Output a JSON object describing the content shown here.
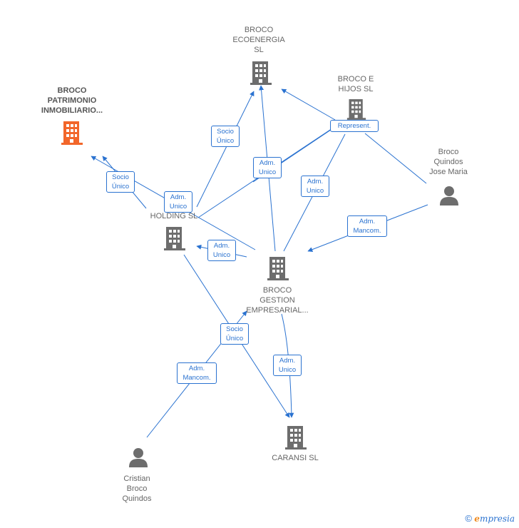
{
  "nodes": {
    "ecoenergia": "BROCO\nECOENERGIA\nSL",
    "hijos": "BROCO E\nHIJOS  SL",
    "patrimonio": "BROCO\nPATRIMONIO\nINMOBILIARIO...",
    "holding": "B\nG\nHOLDING  SL",
    "jose_maria": "Broco\nQuindos\nJose Maria",
    "gestion": "BROCO\nGESTION\nEMPRESARIAL...",
    "caransi": "CARANSI SL",
    "cristian": "Cristian\nBroco\nQuindos"
  },
  "edge_labels": {
    "socio_unico_1": "Socio\nÚnico",
    "represent": "Represent.",
    "socio_unico_2": "Socio\nÚnico",
    "adm_unico_1": "Adm.\nUnico",
    "adm_unico_2": "Adm.\nUnico",
    "adm_unico_3": "Adm.\nUnico",
    "adm_mancom_1": "Adm.\nMancom.",
    "adm_unico_4": "Adm.\nUnico",
    "socio_unico_3": "Socio\nÚnico",
    "adm_mancom_2": "Adm.\nMancom.",
    "adm_unico_5": "Adm.\nUnico"
  },
  "colors": {
    "edge": "#2a72d0",
    "building": "#6d6d6d",
    "focus_building": "#f2662a",
    "person": "#6d6d6d"
  },
  "footer": {
    "copyright": "©",
    "brand_e": "e",
    "brand_rest": "mpresia"
  }
}
